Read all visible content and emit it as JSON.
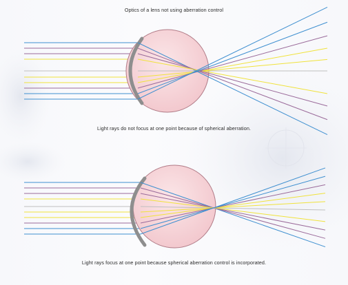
{
  "diagram": {
    "title": "Optics of a lens not using aberration control",
    "caption_top": "Light rays do not focus at one point because of spherical aberration.",
    "caption_bottom": "Light rays focus at one point because spherical aberration control is incorporated."
  },
  "colors": {
    "ray_blue": "#3e8fd0",
    "ray_purple": "#9a6a9a",
    "ray_yellow": "#f0e23a",
    "ray_gray": "#bfbfbf",
    "eyeball_fill": "#f7d4d8",
    "eyeball_stroke": "#b07a86",
    "lens": "#8e8e8e"
  }
}
